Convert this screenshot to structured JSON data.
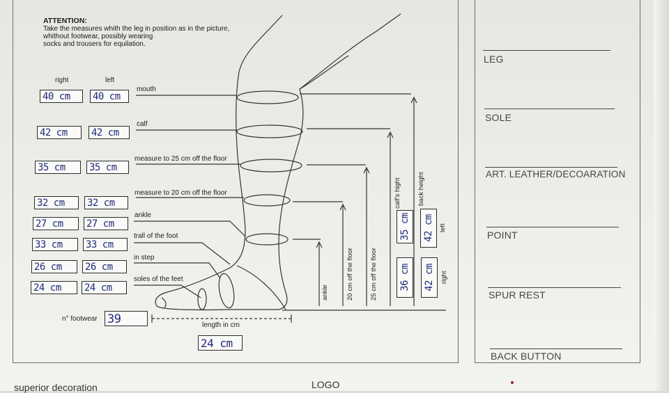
{
  "attention": {
    "title": "ATTENTION:",
    "line1": "Take the measures whith the leg in position as in the picture,",
    "line2": "whithout footwear, possibly wearing",
    "line3": "socks and trousers for equilation."
  },
  "columns": {
    "right": "right",
    "left": "left"
  },
  "measures": {
    "mouth": {
      "label": "mouth",
      "right": "40 cm",
      "left": "40 cm"
    },
    "calf": {
      "label": "calf",
      "right": "42 cm",
      "left": "42 cm"
    },
    "m25": {
      "label": "measure to 25 cm off the floor",
      "right": "35 cm",
      "left": "35 cm"
    },
    "m20": {
      "label": "measure to 20 cm off the floor",
      "right": "32 cm",
      "left": "32 cm"
    },
    "ankle": {
      "label": "ankle",
      "right": "27 cm",
      "left": "27 cm"
    },
    "trall": {
      "label": "trall of the foot",
      "right": "33 cm",
      "left": "33 cm"
    },
    "instep": {
      "label": "in step",
      "right": "26 cm",
      "left": "26 cm"
    },
    "soles": {
      "label": "soles of the feet",
      "right": "24 cm",
      "left": "24 cm"
    }
  },
  "footwear": {
    "label": "n° footwear",
    "value": "39"
  },
  "length": {
    "label": "length in cm",
    "value": "24 cm"
  },
  "vertical_labels": {
    "ankle": "ankle",
    "off20": "20 cm off the floor",
    "off25": "25 cm off the floor",
    "calf_hight": "calf's hight",
    "back_height": "back height",
    "left": "left",
    "right": "right"
  },
  "vertical_values": {
    "calf_left": "35 cm",
    "calf_right": "36 cm",
    "back_left": "42 cm",
    "back_right": "42 cm"
  },
  "right_panel": {
    "leg": "LEG",
    "sole": "SOLE",
    "art": "ART. LEATHER/DECOARATION",
    "point": "POINT",
    "spur": "SPUR REST",
    "back": "BACK BUTTON"
  },
  "footer": {
    "left": "superior decoration",
    "logo": "LOGO"
  }
}
